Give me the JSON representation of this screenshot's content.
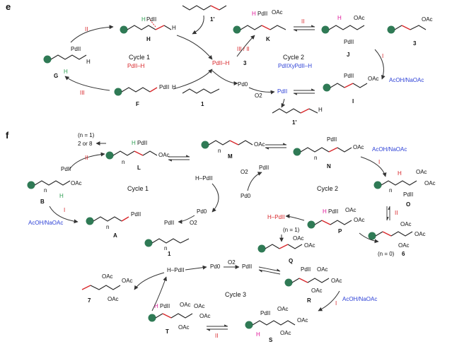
{
  "colors": {
    "red": "#d8262a",
    "blue": "#2b3fd6",
    "magenta": "#e0189a",
    "green": "#2e9d52",
    "ball": "#2f7a55"
  },
  "panel_e": {
    "label": "e",
    "cycle1_title": "Cycle 1",
    "cycle1_sub": "PdII–H",
    "cycle2_title": "Cycle 2",
    "cycle2_sub": "PdIIXyPdII–H",
    "center_pdh": "PdII–H",
    "pd0": "Pd0",
    "o2": "O2",
    "pdII": "PdII",
    "acoh": "AcOH/NaOAc",
    "step_ii": "II",
    "step_iii": "III",
    "step_i": "I",
    "step_iii_ii": "III / II",
    "compounds": {
      "H": "H",
      "G": "G",
      "F": "F",
      "one": "1",
      "one_prime_top": "1'",
      "one_prime_bot": "1'",
      "K": "K",
      "J": "J",
      "I": "I",
      "three_center": "3",
      "three_right": "3"
    },
    "atoms": {
      "pd": "PdII",
      "h": "H",
      "oac": "OAc"
    }
  },
  "panel_f": {
    "label": "f",
    "two_or_eight": "2 or 8",
    "n_eq_1": "(n = 1)",
    "n_eq_0": "(n = 0)",
    "cycle1_title": "Cycle 1",
    "cycle2_title": "Cycle 2",
    "cycle3_title": "Cycle 3",
    "h_pd": "H–PdII",
    "pd0": "Pd0",
    "o2": "O2",
    "pdII": "PdII",
    "acoh": "AcOH/NaOAc",
    "step_ii": "II",
    "step_i": "I",
    "compounds": {
      "L": "L",
      "M": "M",
      "N": "N",
      "B": "B",
      "A": "A",
      "one": "1",
      "O": "O",
      "P": "P",
      "Q": "Q",
      "six": "6",
      "seven": "7",
      "R": "R",
      "S": "S",
      "T": "T"
    },
    "atoms": {
      "pd": "PdII",
      "h": "H",
      "oac": "OAc",
      "n": "n"
    }
  }
}
